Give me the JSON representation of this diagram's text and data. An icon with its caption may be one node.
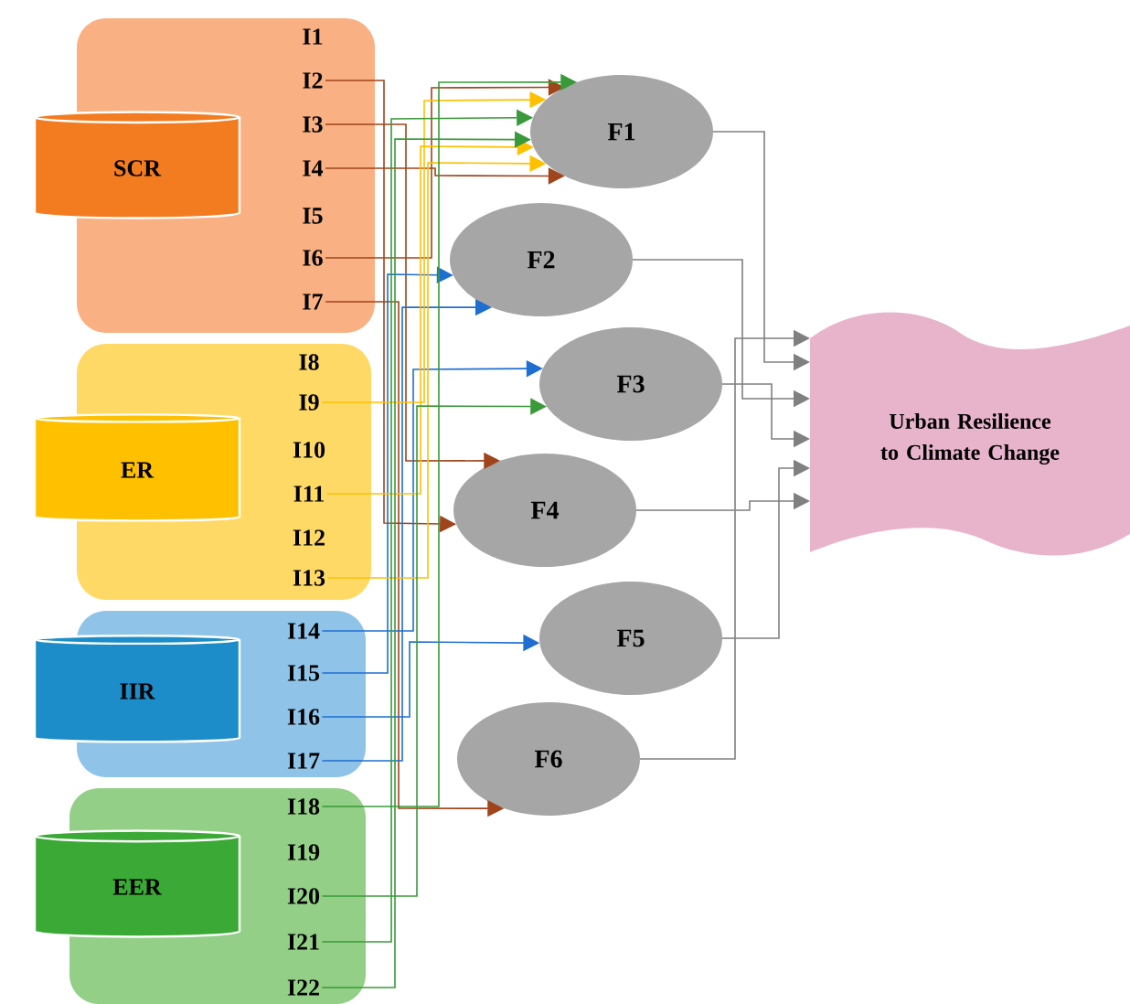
{
  "diagram": {
    "nodes": [
      {
        "text": [],
        "shape": "box"
      },
      {
        "text": [
          "SCR"
        ]
      },
      {
        "text": [
          "I1"
        ],
        "in": 0
      },
      {
        "text": [
          "I2"
        ],
        "in": 0
      },
      {
        "text": [
          "I3"
        ],
        "in": 0
      },
      {
        "text": [
          "I4"
        ],
        "in": 0
      },
      {
        "text": [
          "I5"
        ],
        "in": 0
      },
      {
        "text": [
          "I6"
        ],
        "in": 0
      },
      {
        "text": [
          "I7"
        ],
        "in": 0
      },
      {
        "text": [],
        "shape": "box"
      },
      {
        "text": [
          "ER"
        ]
      },
      {
        "text": [
          "I8"
        ],
        "in": 9
      },
      {
        "text": [
          "I9"
        ],
        "in": 9
      },
      {
        "text": [
          "I10"
        ],
        "in": 9
      },
      {
        "text": [
          "I11"
        ],
        "in": 9
      },
      {
        "text": [
          "I12"
        ],
        "in": 9
      },
      {
        "text": [
          "I13"
        ],
        "in": 9
      },
      {
        "text": [],
        "shape": "box"
      },
      {
        "text": [
          "IIR"
        ]
      },
      {
        "text": [
          "I14"
        ],
        "in": 17
      },
      {
        "text": [
          "I15"
        ],
        "in": 17
      },
      {
        "text": [
          "I16"
        ],
        "in": 17
      },
      {
        "text": [
          "I17"
        ],
        "in": 17
      },
      {
        "text": [],
        "shape": "box"
      },
      {
        "text": [
          "EER"
        ]
      },
      {
        "text": [
          "I18"
        ],
        "in": 23
      },
      {
        "text": [
          "I19"
        ],
        "in": 23
      },
      {
        "text": [
          "I20"
        ],
        "in": 23
      },
      {
        "text": [
          "I21"
        ],
        "in": 23
      },
      {
        "text": [
          "I22"
        ],
        "in": 23
      },
      {
        "text": [
          "F1"
        ]
      },
      {
        "text": [
          "F2"
        ]
      },
      {
        "text": [
          "F3"
        ]
      },
      {
        "text": [
          "F4"
        ]
      },
      {
        "text": [
          "F5"
        ]
      },
      {
        "text": [
          "F6"
        ]
      },
      {
        "text": [
          "Urban Resilience to Climate Change"
        ]
      }
    ],
    "edges": [
      {
        "from": 3,
        "to": 33,
        "arrow": "to",
        "color": "#a0441c"
      },
      {
        "from": 4,
        "to": 33,
        "arrow": "to",
        "color": "#a0441c"
      },
      {
        "from": 5,
        "to": 30,
        "arrow": "to",
        "color": "#a0441c"
      },
      {
        "from": 7,
        "to": 30,
        "arrow": "to",
        "color": "#a0441c"
      },
      {
        "from": 8,
        "to": 35,
        "arrow": "to",
        "color": "#a0441c"
      },
      {
        "from": 20,
        "to": 31,
        "arrow": "to",
        "color": "#1f6fd1"
      },
      {
        "from": 22,
        "to": 31,
        "arrow": "to",
        "color": "#1f6fd1"
      },
      {
        "from": 19,
        "to": 32,
        "arrow": "to",
        "color": "#1f6fd1"
      },
      {
        "from": 21,
        "to": 34,
        "arrow": "to",
        "color": "#1f6fd1"
      },
      {
        "from": 12,
        "to": 30,
        "arrow": "to",
        "color": "#ffc000"
      },
      {
        "from": 14,
        "to": 30,
        "arrow": "to",
        "color": "#ffc000"
      },
      {
        "from": 16,
        "to": 30,
        "arrow": "to",
        "color": "#ffc000"
      },
      {
        "from": 25,
        "to": 30,
        "arrow": "to",
        "color": "#3a9a3a"
      },
      {
        "from": 27,
        "to": 32,
        "arrow": "to",
        "color": "#3a9a3a"
      },
      {
        "from": 28,
        "to": 30,
        "arrow": "to",
        "color": "#3a9a3a"
      },
      {
        "from": 29,
        "to": 30,
        "arrow": "to",
        "color": "#3a9a3a"
      },
      {
        "from": 30,
        "to": 36,
        "arrow": "to"
      },
      {
        "from": 31,
        "to": 36,
        "arrow": "to"
      },
      {
        "from": 32,
        "to": 36,
        "arrow": "to"
      },
      {
        "from": 33,
        "to": 36,
        "arrow": "to"
      },
      {
        "from": 34,
        "to": 36,
        "arrow": "to"
      },
      {
        "from": 35,
        "to": 36,
        "arrow": "to"
      }
    ]
  }
}
